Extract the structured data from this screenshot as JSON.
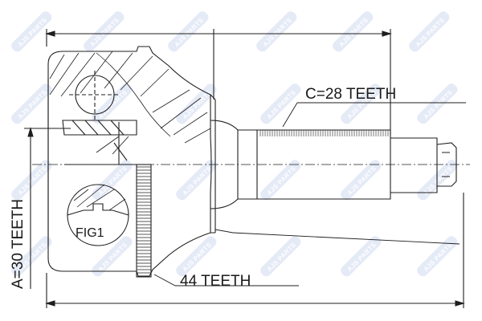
{
  "labels": {
    "spline_outer": "C=28 TEETH",
    "spline_inner": "A=30 TEETH",
    "abs_ring": "44 TEETH",
    "figure": "FIG1"
  },
  "watermark": {
    "text": "AJS PARTS",
    "color": "#dfe7f5"
  },
  "colors": {
    "line": "#1f1f1f",
    "label": "#1a1a1a"
  }
}
